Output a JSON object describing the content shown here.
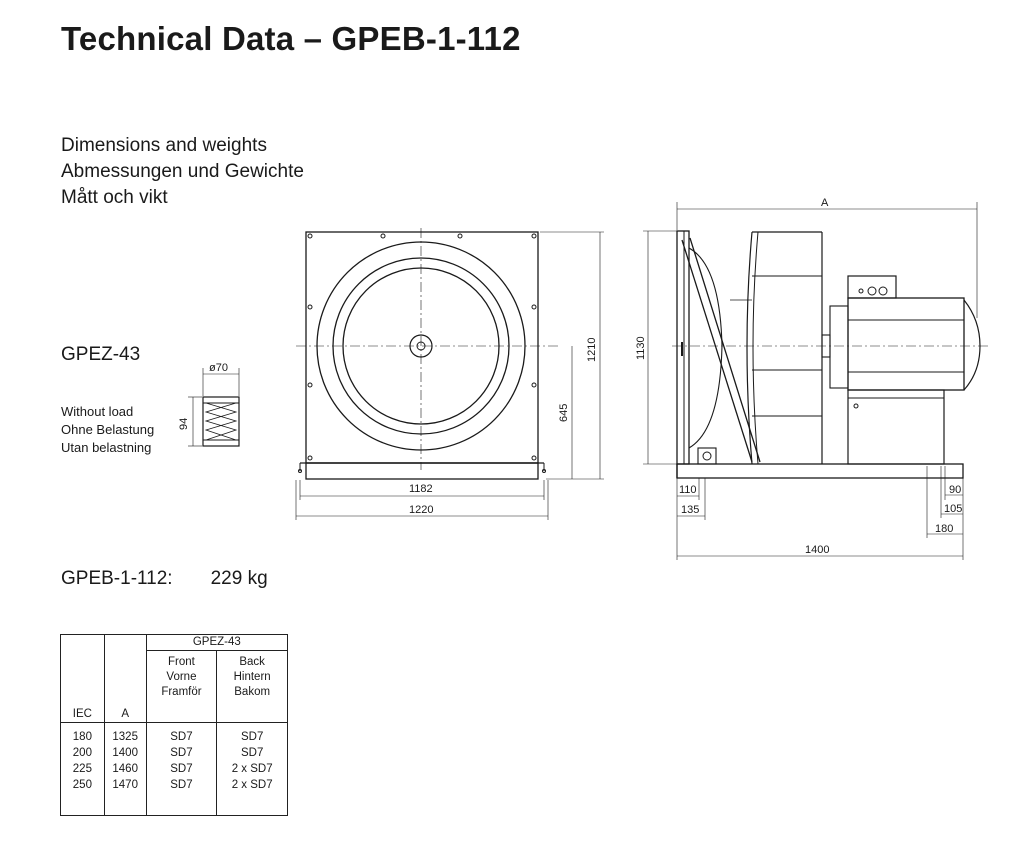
{
  "title": "Technical Data – GPEB-1-112",
  "subtitle": {
    "en": "Dimensions and weights",
    "de": "Abmessungen und Gewichte",
    "sv": "Mått och vikt"
  },
  "absorber": {
    "model": "GPEZ-43",
    "diameter": "ø70",
    "height": "94",
    "load": {
      "en": "Without load",
      "de": "Ohne Belastung",
      "sv": "Utan belastning"
    }
  },
  "front_view": {
    "width_inner": "1182",
    "width_outer": "1220",
    "height_total": "1210",
    "height_center": "645"
  },
  "side_view": {
    "length_A": "A",
    "height": "1130",
    "left_110": "110",
    "left_135": "135",
    "right_90": "90",
    "right_105": "105",
    "right_180": "180",
    "base_length": "1400"
  },
  "weight": {
    "model": "GPEB-1-112:",
    "value": "229 kg"
  },
  "table": {
    "group_header": "GPEZ-43",
    "col_iec": "IEC",
    "col_a": "A",
    "front": [
      "Front",
      "Vorne",
      "Framför"
    ],
    "back": [
      "Back",
      "Hintern",
      "Bakom"
    ],
    "rows": [
      {
        "iec": "180",
        "a": "1325",
        "front": "SD7",
        "back": "SD7"
      },
      {
        "iec": "200",
        "a": "1400",
        "front": "SD7",
        "back": "SD7"
      },
      {
        "iec": "225",
        "a": "1460",
        "front": "SD7",
        "back": "2 x SD7"
      },
      {
        "iec": "250",
        "a": "1470",
        "front": "SD7",
        "back": "2 x SD7"
      }
    ]
  }
}
